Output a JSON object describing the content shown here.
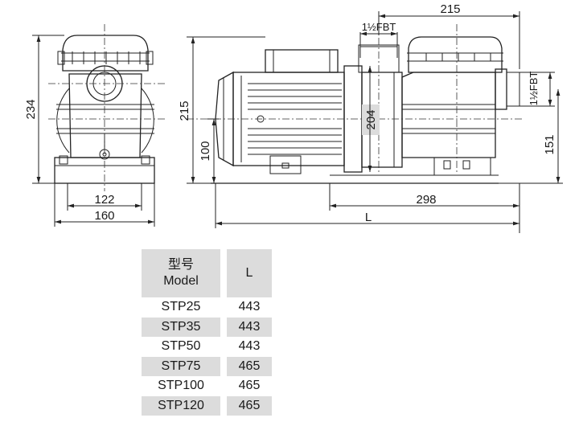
{
  "dimensions": {
    "side_width_pump": "215",
    "side_height": "215",
    "motor_axis_height": "100",
    "flange_span": "204",
    "outlet_height": "151",
    "base_length": "298",
    "overall_length": "L",
    "front_height": "234",
    "front_inner_width": "122",
    "front_outer_width": "160"
  },
  "connections": {
    "inlet_label": "1½FBT",
    "outlet_label": "1½FBT"
  },
  "table": {
    "header": {
      "model_cn": "型号",
      "model_en": "Model",
      "length": "L"
    },
    "rows": [
      {
        "model": "STP25",
        "length": "443"
      },
      {
        "model": "STP35",
        "length": "443"
      },
      {
        "model": "STP50",
        "length": "443"
      },
      {
        "model": "STP75",
        "length": "465"
      },
      {
        "model": "STP100",
        "length": "465"
      },
      {
        "model": "STP120",
        "length": "465"
      }
    ]
  }
}
